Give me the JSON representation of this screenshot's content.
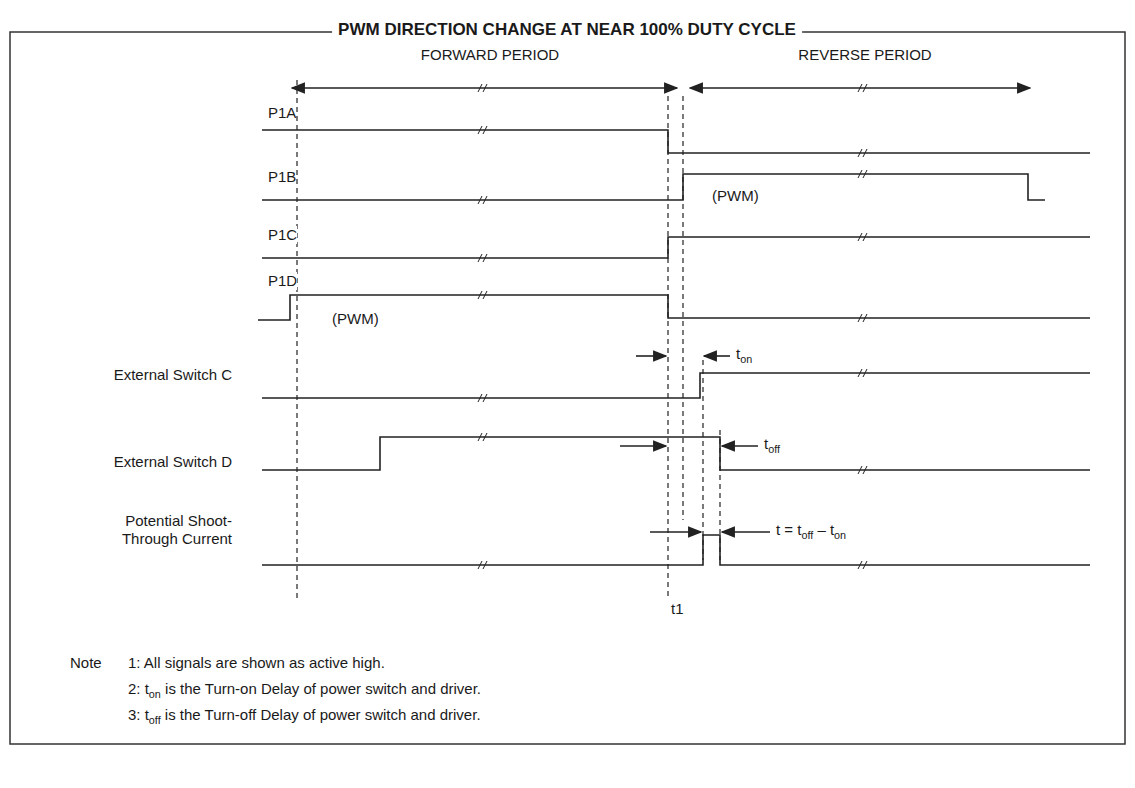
{
  "diagram": {
    "title": "PWM DIRECTION CHANGE AT NEAR 100% DUTY CYCLE",
    "labels": [
      "FORWARD PERIOD",
      "REVERSE PERIOD",
      "P1A",
      "P1B",
      "(PWM)",
      "P1C",
      "P1D",
      "(PWM)",
      "ton",
      "External Switch C",
      "toff",
      "External Switch D",
      "Potential Shoot-Through Current",
      "t = toff – ton",
      "t1",
      "Note",
      "1: All signals are shown as active high.",
      "2: ton is the Turn-on Delay of power switch and driver.",
      "3: toff is the Turn-off Delay of power switch and driver."
    ]
  }
}
